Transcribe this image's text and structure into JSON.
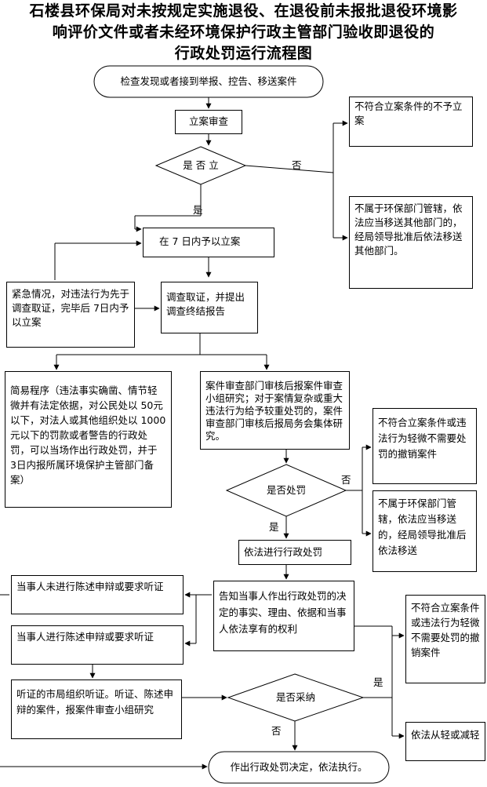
{
  "title": {
    "line1": "石楼县环保局对未按规定实施退役、在退役前未报批退役环境影",
    "line2": "响评价文件或者未经环境保护行政主管部门验收即退役的",
    "line3": "行政处罚运行流程图"
  },
  "nodes": {
    "start": "检查发现或者接到举报、控告、移送案件",
    "review": "立案审查",
    "decide_file": "是 否 立",
    "no_case": "不符合立案条件的不予立案",
    "not_jurisdiction": "不属于环保部门管辖，依法应当移送其他部门的，经局领导批准后依法移送其他部门。",
    "file_7days": "在 7 日内予以立案",
    "urgent": "紧急情况，对违法行为先于调查取证，完毕后 7日内予以立案",
    "investigate": "调查取证，并提出调查终结报告",
    "simple": "简易程序（违法事实确凿、情节轻微并有法定依据，对公民处以 50元以下，对法人或其他组织处以 1000 元以下的罚款或者警告的行政处罚，可以当场作出行政处罚，并于 3日内报所属环境保护主管部门备案）",
    "case_review": "案件审查部门审核后报案件审查小组研究；对于案情复杂或重大违法行为给予较重处罚的，案件审查部门审核后报局务会集体研究。",
    "decide_penalty": "是否处罚",
    "revoke": "不符合立案条件或违法行为轻微不需要处罚的撤销案件",
    "transfer": "不属于环保部门管辖，依法应当移送的，经局领导批准后依法移送",
    "penalize": "依法进行行政处罚",
    "inform": "告知当事人作出行政处罚的决定的事实、理由、依据和当事人依法享有的权利",
    "no_defense": "当事人未进行陈述申辩或要求听证",
    "defense": "当事人进行陈述申辩或要求听证",
    "hearing": "听证的市局组织听证。听证、陈述申辩的案件，报案件审查小组研究",
    "decide_adopt": "是否采纳",
    "revoke2": "不符合立案条件或违法行为轻微不需要处罚的撤销案件",
    "lighter": "依法从轻或减轻",
    "end": "作出行政处罚决定，依法执行。"
  },
  "labels": {
    "no1": "否",
    "yes1": "是",
    "no2": "否",
    "yes2": "是",
    "yes3": "是",
    "no3": "否"
  }
}
